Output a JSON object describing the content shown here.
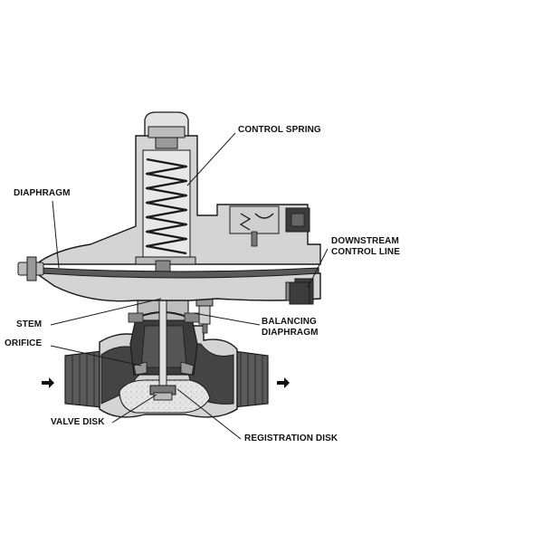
{
  "labels": {
    "control_spring": "CONTROL SPRING",
    "diaphragm": "DIAPHRAGM",
    "downstream_control_line_1": "DOWNSTREAM",
    "downstream_control_line_2": "CONTROL LINE",
    "stem": "STEM",
    "balancing_diaphragm_1": "BALANCING",
    "balancing_diaphragm_2": "DIAPHRAGM",
    "orifice": "ORIFICE",
    "valve_disk": "VALVE DISK",
    "registration_disk": "REGISTRATION DISK"
  },
  "colors": {
    "body_fill": "#d4d4d4",
    "dark_fill": "#3c3c3c",
    "diaphragm_fill": "#5a5a5a",
    "outline": "#1a1a1a"
  }
}
